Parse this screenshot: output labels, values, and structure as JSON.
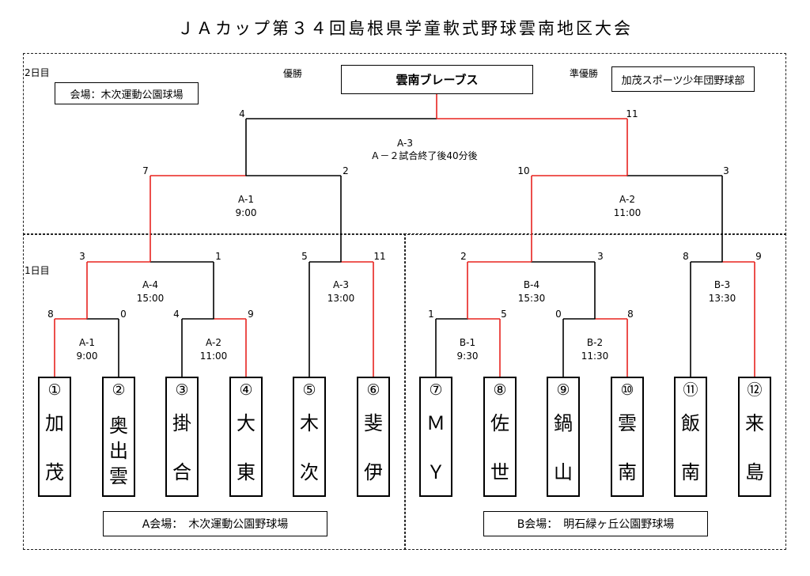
{
  "title": "ＪＡカップ第３４回島根県学童軟式野球雲南地区大会",
  "colors": {
    "win": "#e8231f",
    "line": "#000000"
  },
  "day2": {
    "label": "2日目",
    "venue": "会場：木次運動公園球場",
    "champion_label": "優勝",
    "champion": "雲南ブレーブス",
    "runnerup_label": "準優勝",
    "runnerup": "加茂スポーツ少年団野球部",
    "final": {
      "code": "A-3",
      "time": "Ａ－２試合終了後40分後",
      "left_score": "4",
      "right_score": "11"
    },
    "semi_left": {
      "code": "A-1",
      "time": "9:00",
      "left_score": "7",
      "right_score": "2"
    },
    "semi_right": {
      "code": "A-2",
      "time": "11:00",
      "left_score": "10",
      "right_score": "3"
    }
  },
  "day1": {
    "label": "1日目",
    "matches": [
      {
        "code": "A-1",
        "time": "9:00",
        "left_score": "8",
        "right_score": "0"
      },
      {
        "code": "A-2",
        "time": "11:00",
        "left_score": "4",
        "right_score": "9"
      },
      {
        "code": "A-4",
        "time": "15:00",
        "left_score": "3",
        "right_score": "1"
      },
      {
        "code": "A-3",
        "time": "13:00",
        "left_score": "5",
        "right_score": "11"
      },
      {
        "code": "B-1",
        "time": "9:30",
        "left_score": "1",
        "right_score": "5"
      },
      {
        "code": "B-2",
        "time": "11:30",
        "left_score": "0",
        "right_score": "8"
      },
      {
        "code": "B-4",
        "time": "15:30",
        "left_score": "2",
        "right_score": "3"
      },
      {
        "code": "B-3",
        "time": "13:30",
        "left_score": "8",
        "right_score": "9"
      }
    ]
  },
  "teams": [
    {
      "num": "①",
      "name": "加茂"
    },
    {
      "num": "②",
      "name": "奥出雲"
    },
    {
      "num": "③",
      "name": "掛合"
    },
    {
      "num": "④",
      "name": "大東"
    },
    {
      "num": "⑤",
      "name": "木次"
    },
    {
      "num": "⑥",
      "name": "斐伊"
    },
    {
      "num": "⑦",
      "name": "ＭＹ"
    },
    {
      "num": "⑧",
      "name": "佐世"
    },
    {
      "num": "⑨",
      "name": "鍋山"
    },
    {
      "num": "⑩",
      "name": "雲南"
    },
    {
      "num": "⑪",
      "name": "飯南"
    },
    {
      "num": "⑫",
      "name": "来島"
    }
  ],
  "venue_a": "A会場：　木次運動公園野球場",
  "venue_b": "B会場：　明石緑ヶ丘公園野球場"
}
